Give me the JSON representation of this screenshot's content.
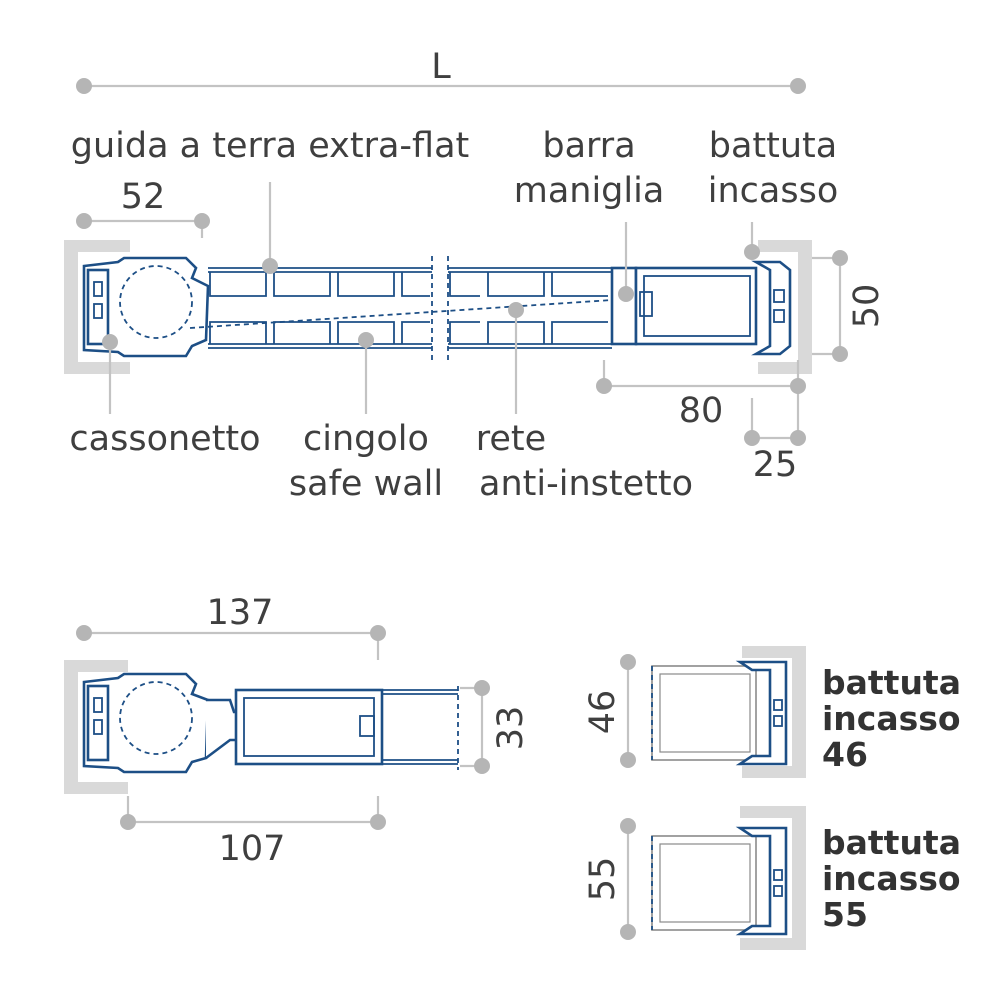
{
  "top": {
    "length_label": "L",
    "callouts": {
      "guida": "guida a terra extra-flat",
      "barra_1": "barra",
      "barra_2": "maniglia",
      "battuta_1": "battuta",
      "battuta_2": "incasso",
      "cassonetto": "cassonetto",
      "cingolo_1": "cingolo",
      "cingolo_2": "safe wall",
      "rete_1": "rete",
      "rete_2": "anti-instetto"
    },
    "dims": {
      "d52": "52",
      "d50": "50",
      "d80": "80",
      "d25": "25"
    }
  },
  "bottom": {
    "dims": {
      "d137": "137",
      "d107": "107",
      "d33": "33"
    }
  },
  "variants": [
    {
      "dim": "46",
      "line1": "battuta",
      "line2": "incasso",
      "line3": "46"
    },
    {
      "dim": "55",
      "line1": "battuta",
      "line2": "incasso",
      "line3": "55"
    }
  ],
  "colors": {
    "profile": "#1d4f86",
    "dimension": "#c3c3c3",
    "frame": "#d9d9d9",
    "text": "#3f3f3f"
  }
}
